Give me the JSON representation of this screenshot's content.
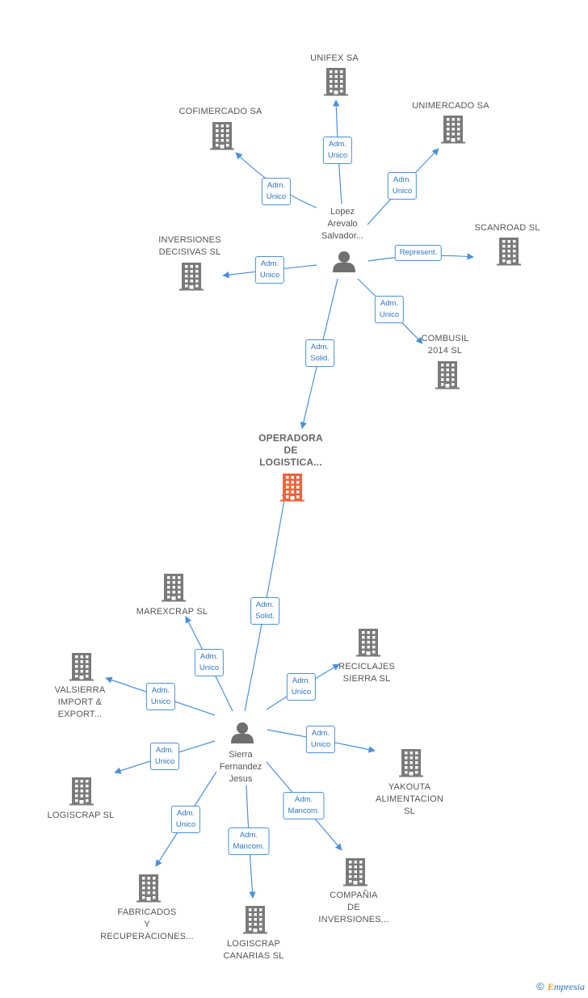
{
  "persons": [
    {
      "id": "lopez",
      "label": "Lopez\nArevalo\nSalvador..."
    },
    {
      "id": "sierra",
      "label": "Sierra\nFernandez\nJesus"
    }
  ],
  "companies": [
    {
      "id": "unifex",
      "label": "UNIFEX SA",
      "main": false
    },
    {
      "id": "cofimercado",
      "label": "COFIMERCADO SA",
      "main": false
    },
    {
      "id": "unimercado",
      "label": "UNIMERCADO SA",
      "main": false
    },
    {
      "id": "scanroad",
      "label": "SCANROAD  SL",
      "main": false
    },
    {
      "id": "inversiones_decisivas",
      "label": "INVERSIONES\nDECISIVAS  SL",
      "main": false
    },
    {
      "id": "combusil",
      "label": "COMBUSIL\n2014  SL",
      "main": false
    },
    {
      "id": "operadora",
      "label": "OPERADORA\nDE\nLOGISTICA...",
      "main": true
    },
    {
      "id": "marexcrap",
      "label": "MAREXCRAP SL",
      "main": false
    },
    {
      "id": "valsierra",
      "label": "VALSIERRA\nIMPORT &\nEXPORT...",
      "main": false
    },
    {
      "id": "reciclajes",
      "label": "RECICLAJES\nSIERRA SL",
      "main": false
    },
    {
      "id": "yakouta",
      "label": "YAKOUTA\nALIMENTACION\nSL",
      "main": false
    },
    {
      "id": "logiscrap",
      "label": "LOGISCRAP SL",
      "main": false
    },
    {
      "id": "fabricados",
      "label": "FABRICADOS\nY\nRECUPERACIONES...",
      "main": false
    },
    {
      "id": "logiscrap_canarias",
      "label": "LOGISCRAP\nCANARIAS SL",
      "main": false
    },
    {
      "id": "compania",
      "label": "COMPAÑIA\nDE\nINVERSIONES...",
      "main": false
    }
  ],
  "edges": [
    {
      "from": "lopez",
      "to": "unifex",
      "label": "Adm.\nUnico"
    },
    {
      "from": "lopez",
      "to": "cofimercado",
      "label": "Adm.\nUnico"
    },
    {
      "from": "lopez",
      "to": "unimercado",
      "label": "Adm.\nUnico"
    },
    {
      "from": "lopez",
      "to": "scanroad",
      "label": "Represent."
    },
    {
      "from": "lopez",
      "to": "inversiones_decisivas",
      "label": "Adm.\nUnico"
    },
    {
      "from": "lopez",
      "to": "combusil",
      "label": "Adm.\nUnico"
    },
    {
      "from": "lopez",
      "to": "operadora",
      "label": "Adm.\nSolid."
    },
    {
      "from": "sierra",
      "to": "operadora",
      "label": "Adm.\nSolid."
    },
    {
      "from": "sierra",
      "to": "marexcrap",
      "label": "Adm.\nUnico"
    },
    {
      "from": "sierra",
      "to": "valsierra",
      "label": "Adm.\nUnico"
    },
    {
      "from": "sierra",
      "to": "reciclajes",
      "label": "Adm.\nUnico"
    },
    {
      "from": "sierra",
      "to": "yakouta",
      "label": "Adm.\nUnico"
    },
    {
      "from": "sierra",
      "to": "logiscrap",
      "label": "Adm.\nUnico"
    },
    {
      "from": "sierra",
      "to": "fabricados",
      "label": "Adm.\nUnico"
    },
    {
      "from": "sierra",
      "to": "logiscrap_canarias",
      "label": "Adm.\nMancom."
    },
    {
      "from": "sierra",
      "to": "compania",
      "label": "Adm.\nMancom."
    }
  ],
  "colors": {
    "edge": "#4a90d9",
    "building": "#7a7a7a",
    "building_main": "#f0643c",
    "person": "#6f6f6f"
  },
  "footer": {
    "copyright": "©",
    "brand_initial": "E",
    "brand_rest": "mpresia"
  }
}
